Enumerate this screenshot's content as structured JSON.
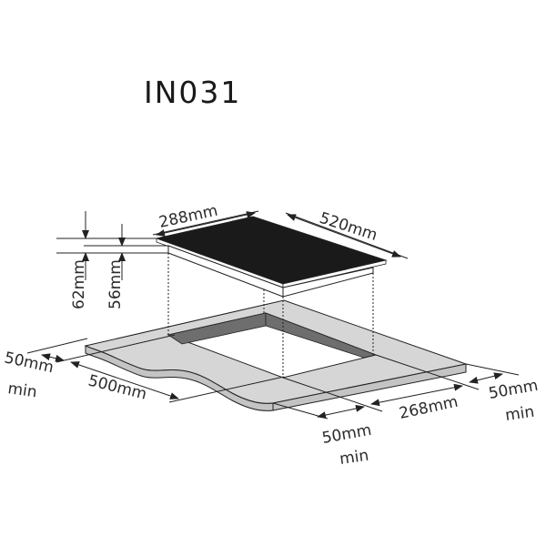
{
  "title": "IN031",
  "colors": {
    "hob_glass": "#1a1a1a",
    "countertop_top": "#d6d6d6",
    "countertop_edge": "#c4c4c4",
    "cutout_wall": "#6e6e6e",
    "line": "#222222",
    "text": "#2a2a2a"
  },
  "hob": {
    "width_label": "288mm",
    "depth_label": "520mm",
    "total_height_label": "62mm",
    "built_in_height_label": "56mm"
  },
  "cutout": {
    "depth_label": "500mm",
    "width_label": "268mm",
    "front_clearance_label": "50mm",
    "front_clearance_sub": "min",
    "left_clearance_label": "50mm",
    "left_clearance_sub": "min",
    "right_clearance_label": "50mm",
    "right_clearance_sub": "min"
  }
}
